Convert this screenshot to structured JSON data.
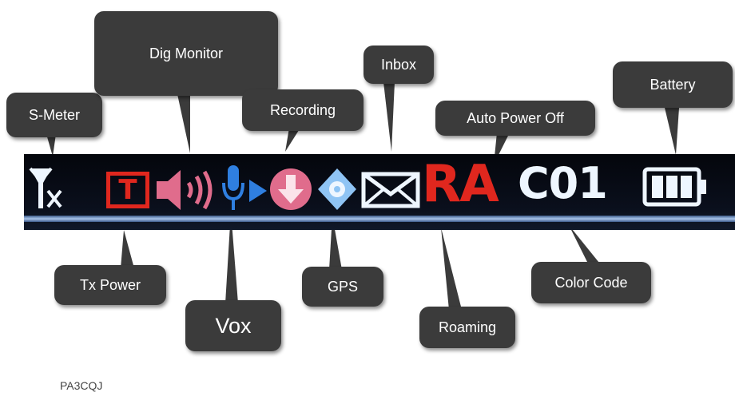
{
  "callouts": {
    "s_meter": "S-Meter",
    "dig_monitor": "Dig Monitor",
    "recording": "Recording",
    "inbox": "Inbox",
    "auto_power_off": "Auto Power Off",
    "battery": "Battery",
    "tx_power": "Tx Power",
    "vox": "Vox",
    "gps": "GPS",
    "roaming": "Roaming",
    "color_code": "Color Code"
  },
  "status_bar": {
    "tx_power_symbol": "T",
    "roaming_symbol": "RA",
    "color_code_value": "C01"
  },
  "icons": [
    "signal-x-icon",
    "tx-power-icon",
    "speaker-icon",
    "microphone-icon",
    "recording-icon",
    "gps-icon",
    "envelope-icon",
    "roaming-icon",
    "color-code-icon",
    "battery-icon"
  ],
  "colors": {
    "callout_bg": "#3b3b3b",
    "status_bar_bg": "#05080f",
    "red": "#e0271e",
    "blue": "#2f7fe0",
    "pink": "#e06c8c",
    "white": "#eef6ff"
  },
  "footer": {
    "credit": "PA3CQJ"
  }
}
